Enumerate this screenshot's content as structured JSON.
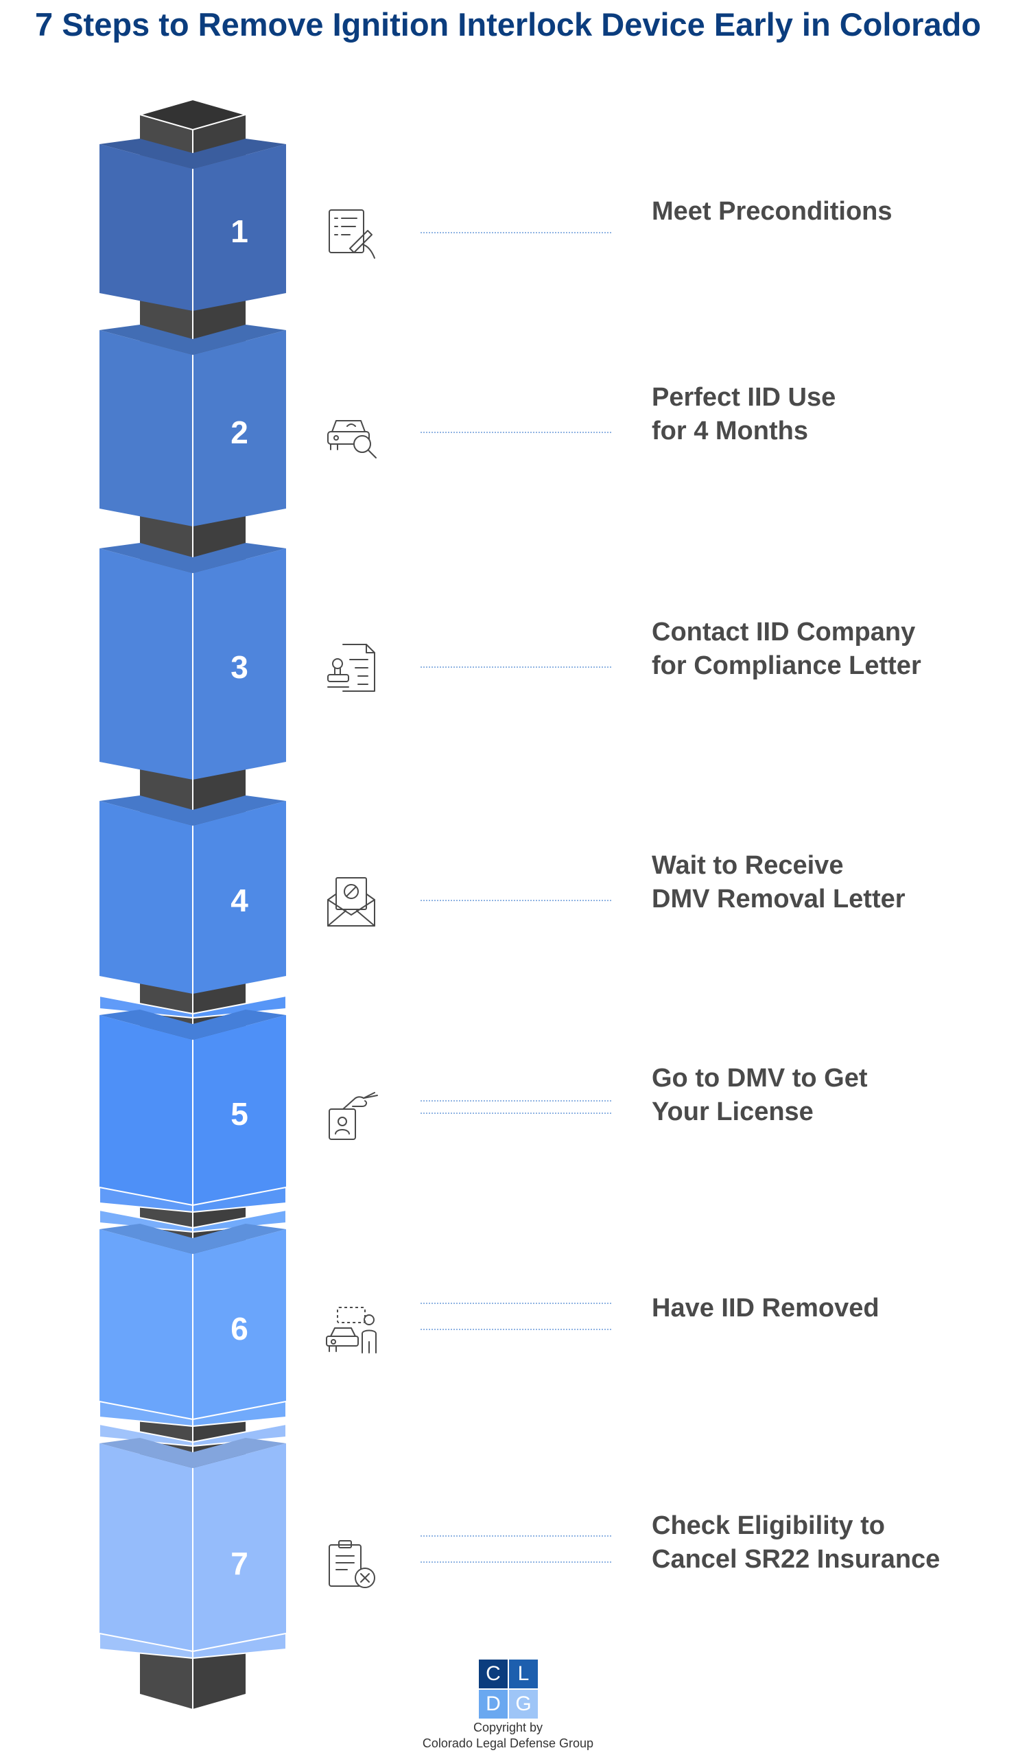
{
  "title": "7 Steps to Remove Ignition Interlock Device Early in Colorado",
  "steps": [
    {
      "number": "1",
      "lines": [
        "Meet Preconditions"
      ],
      "icon": "checklist-pen-icon",
      "color": "#426ab4"
    },
    {
      "number": "2",
      "lines": [
        "Perfect IID Use",
        "for 4 Months"
      ],
      "icon": "car-magnifier-icon",
      "color": "#4b7ccc"
    },
    {
      "number": "3",
      "lines": [
        "Contact IID Company",
        "for Compliance Letter"
      ],
      "icon": "document-stamp-icon",
      "color": "#4f85dc"
    },
    {
      "number": "4",
      "lines": [
        "Wait to Receive",
        "DMV Removal Letter"
      ],
      "icon": "envelope-letter-icon",
      "color": "#4f8ae6"
    },
    {
      "number": "5",
      "lines": [
        "Go to DMV to Get",
        "Your License"
      ],
      "icon": "hand-id-card-icon",
      "color": "#4e90f7"
    },
    {
      "number": "6",
      "lines": [
        "Have IID Removed"
      ],
      "icon": "car-person-icon",
      "color": "#6aa5fb"
    },
    {
      "number": "7",
      "lines": [
        "Check Eligibility to",
        "Cancel SR22 Insurance"
      ],
      "icon": "clipboard-cancel-icon",
      "color": "#95bcfb"
    }
  ],
  "logo": {
    "letters": [
      "C",
      "L",
      "D",
      "G"
    ],
    "colors": [
      "#0b3d7e",
      "#1d5fae",
      "#6aa8f0",
      "#9ec5f7"
    ]
  },
  "footer": {
    "line1": "Copyright by",
    "line2": "Colorado Legal Defense Group"
  }
}
